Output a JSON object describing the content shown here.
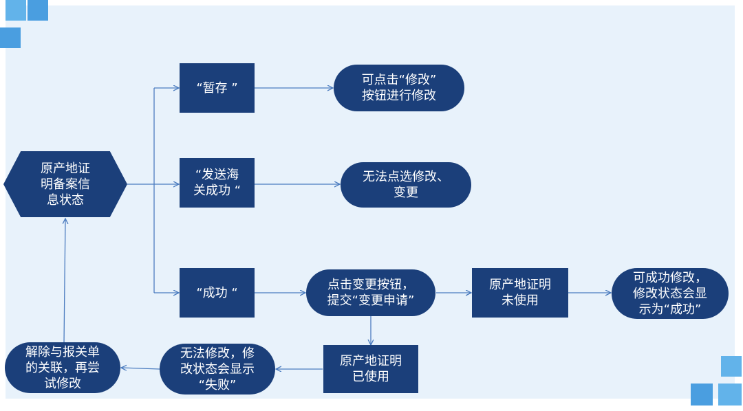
{
  "colors": {
    "node_fill": "#1b3f7a",
    "panel_bg": "#e8f2fb",
    "arrow": "#4a7bbf",
    "deco_light": "#62b3ea",
    "deco_mid": "#4a9ee0"
  },
  "nodes": {
    "status": "原产地证\n明备案信\n息状态",
    "temp_save": "“暂存 ”",
    "can_modify": "可点击“修改”\n按钮进行修改",
    "sent_customs": "“发送海\n关成功 “",
    "cannot_modify_change": "无法点选修改、\n变更",
    "success": "“成功 “",
    "click_change": "点击变更按钮，\n提交“变更申请”",
    "cert_unused": "原产地证明\n未使用",
    "modify_success": "可成功修改，\n修改状态会显\n示为“成功”",
    "cert_used": "原产地证明\n已使用",
    "modify_fail": "无法修改，修\n改状态会显示\n“失败”",
    "unlink_retry": "解除与报关单\n的关联，再尝\n试修改"
  }
}
